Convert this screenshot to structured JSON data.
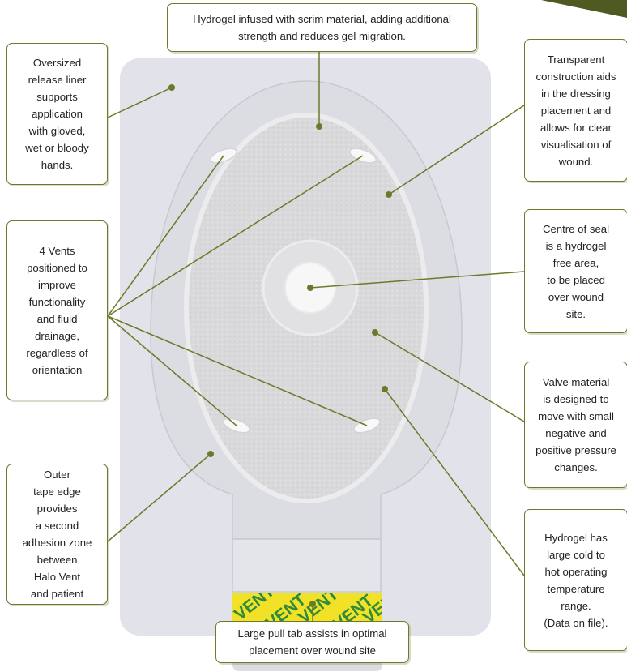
{
  "colors": {
    "accent_olive": "#6b7a2a",
    "tab_yellow": "#f2e227",
    "tab_text_green": "#2f8a3c",
    "corner_tab": "#4e5a22"
  },
  "tab_print": [
    "VENT",
    "VENT",
    "VENT",
    "VENT",
    "VENT"
  ],
  "callouts": {
    "top": [
      "Hydrogel infused with scrim material, adding additional",
      "strength and reduces gel migration."
    ],
    "liner": [
      "Oversized",
      "release liner",
      "supports",
      "application",
      "with gloved,",
      "wet or bloody",
      "hands."
    ],
    "vents": [
      "4 Vents",
      "positioned to",
      "improve",
      "functionality",
      "and fluid",
      "drainage,",
      "regardless of",
      "orientation"
    ],
    "tape": [
      "Outer",
      "tape edge",
      "provides",
      "a second",
      "adhesion zone",
      "between",
      "Halo Vent",
      "and patient"
    ],
    "transparent": [
      "Transparent",
      "construction aids",
      "in the dressing",
      "placement and",
      "allows for clear",
      "visualisation of",
      "wound."
    ],
    "centre": [
      "Centre of seal",
      "is a hydrogel",
      "free area,",
      "to be placed",
      "over wound",
      "site."
    ],
    "valve": [
      "Valve material",
      "is designed to",
      "move with small",
      "negative and",
      "positive pressure",
      "changes."
    ],
    "hydrogel": [
      "Hydrogel has",
      "large cold to",
      "hot operating",
      "temperature",
      "range.",
      "(Data on file)."
    ],
    "pulltab": [
      "Large pull tab assists in optimal",
      "placement over wound site"
    ]
  }
}
